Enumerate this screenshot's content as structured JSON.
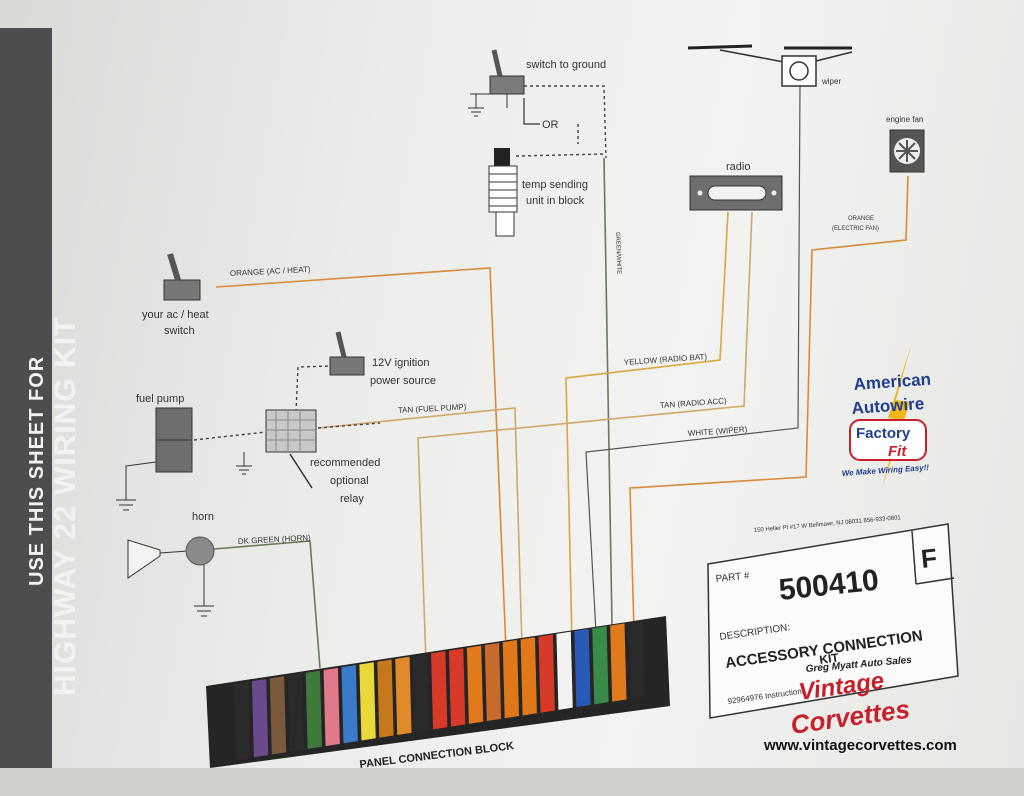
{
  "sidebar": {
    "line1": "USE THIS SHEET FOR",
    "line2": "HIGHWAY 22 WIRING KIT"
  },
  "components": {
    "switch_to_ground": "switch to ground",
    "or": "OR",
    "temp_sending": "temp sending",
    "unit_in_block": "unit in block",
    "wiper": "wiper",
    "engine_fan": "engine fan",
    "radio": "radio",
    "ac_switch_1": "your ac / heat",
    "ac_switch_2": "switch",
    "ignition_1": "12V ignition",
    "ignition_2": "power source",
    "fuel_pump": "fuel pump",
    "relay_1": "recommended",
    "relay_2": "optional",
    "relay_3": "relay",
    "horn": "horn"
  },
  "wires": {
    "orange_ac_heat": "ORANGE (AC / HEAT)",
    "tan_fuel_pump": "TAN (FUEL PUMP)",
    "dk_green_horn": "DK GREEN (HORN)",
    "green_white": "GREEN/WHITE",
    "yellow_radio_bat": "YELLOW (RADIO BAT)",
    "tan_radio_acc": "TAN (RADIO ACC)",
    "white_wiper": "WHITE (WIPER)",
    "orange_electric_fan_1": "ORANGE",
    "orange_electric_fan_2": "(ELECTRIC FAN)"
  },
  "brand": {
    "line1": "American",
    "line2": "Autowire",
    "factory": "Factory",
    "fit": "Fit",
    "tagline": "We Make Wiring Easy!!",
    "address": "150 Heller Pl #17 W   Bellmawr, NJ  08031   856-933-0801"
  },
  "part_box": {
    "part_label": "PART #",
    "part_number": "500410",
    "revision": "F",
    "description_label": "DESCRIPTION:",
    "description": "ACCESSORY CONNECTION",
    "kit": "KIT",
    "instructions": "92964976 Instructions"
  },
  "connection_block": {
    "label": "PANEL CONNECTION BLOCK"
  },
  "watermark": {
    "dealer": "Greg Myatt Auto Sales",
    "script1": "Vintage",
    "script2": "Corvettes",
    "url": "www.vintagecorvettes.com"
  },
  "colors": {
    "orange_wire": "#d98a3a",
    "tan_wire": "#cfa86a",
    "yellow_wire": "#d9a640",
    "green_wire": "#6b7a55",
    "white_wire": "#555555",
    "brand_blue": "#1f3e8c",
    "brand_red": "#c8202a",
    "lightning": "#f0b81c"
  }
}
